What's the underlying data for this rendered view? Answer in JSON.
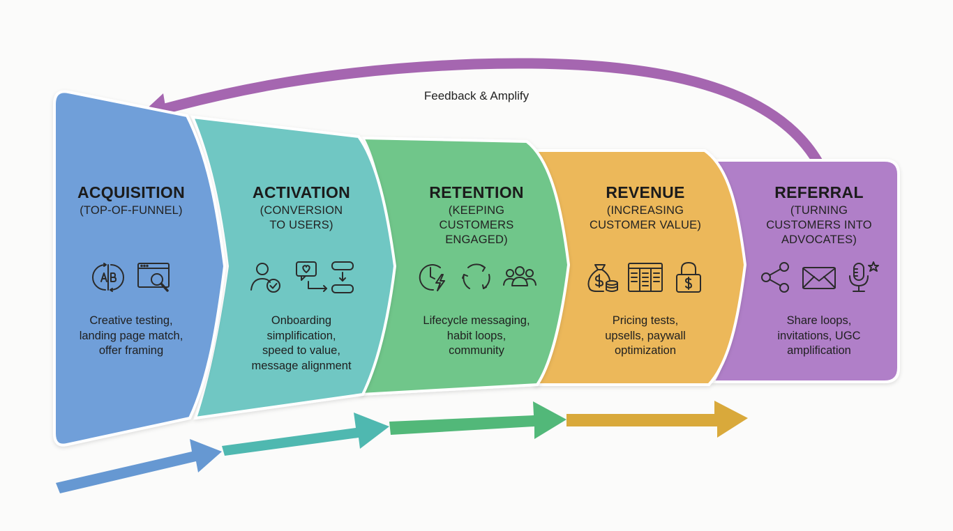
{
  "loop_label": "Feedback & Amplify",
  "stages": [
    {
      "title": "ACQUISITION",
      "subtitle": "(TOP-OF-FUNNEL)",
      "description": "Creative testing,\nlanding page match,\noffer framing",
      "color": "#6f9fd9",
      "icons": [
        "ab-test-icon",
        "web-search-icon"
      ]
    },
    {
      "title": "ACTIVATION",
      "subtitle": "(CONVERSION\nTO USERS)",
      "description": "Onboarding\nsimplification,\nspeed to value,\nmessage alignment",
      "color": "#6fc7c3",
      "icons": [
        "user-check-icon",
        "onboarding-flow-icon"
      ]
    },
    {
      "title": "RETENTION",
      "subtitle": "(KEEPING\nCUSTOMERS\nENGAGED)",
      "description": "Lifecycle messaging,\nhabit loops,\ncommunity",
      "color": "#6fc68a",
      "icons": [
        "timer-bolt-icon",
        "refresh-cycle-icon",
        "community-icon"
      ]
    },
    {
      "title": "REVENUE",
      "subtitle": "(INCREASING\nCUSTOMER VALUE)",
      "description": "Pricing tests,\nupsells, paywall\noptimization",
      "color": "#ecb85a",
      "icons": [
        "money-bag-icon",
        "pricing-table-icon",
        "paywall-lock-icon"
      ]
    },
    {
      "title": "REFERRAL",
      "subtitle": "(TURNING\nCUSTOMERS INTO\nADVOCATES)",
      "description": "Share loops,\ninvitations, UGC\namplification",
      "color": "#b07fc8",
      "icons": [
        "share-icon",
        "envelope-icon",
        "microphone-star-icon"
      ]
    }
  ],
  "colors": {
    "loop_arrow": "#a566b0",
    "flow_blue": "#6698d2",
    "flow_teal": "#4fb8b0",
    "flow_green": "#52b879",
    "flow_gold": "#d9a93b",
    "stroke": "#2b2b2b"
  }
}
